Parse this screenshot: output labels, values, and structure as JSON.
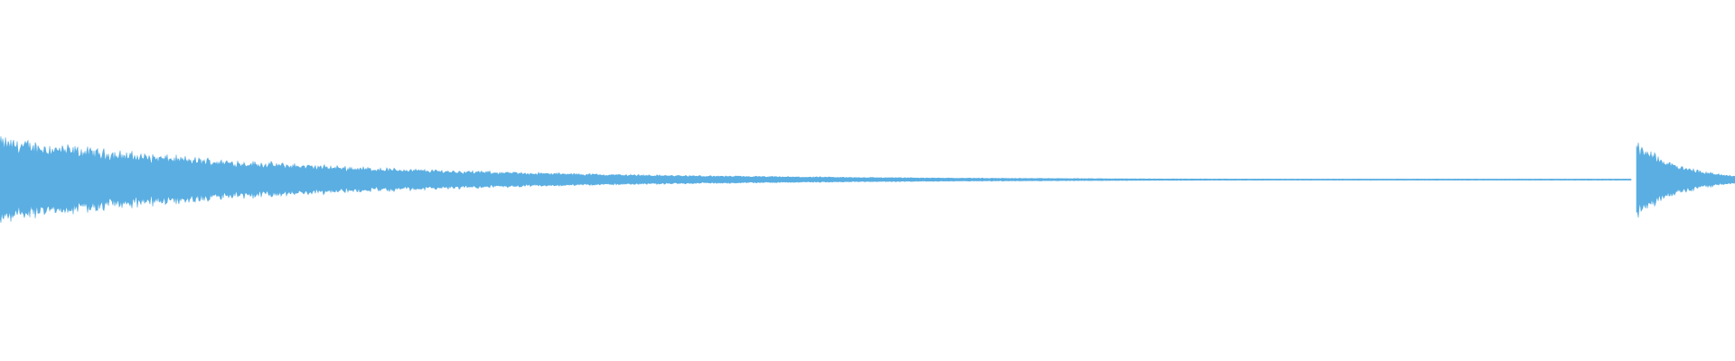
{
  "waveform": {
    "color": "#5aaee2",
    "segments": [
      {
        "start_fraction": 0.0,
        "end_fraction": 0.94,
        "peak_amplitude": 0.66,
        "decay": 5.5
      },
      {
        "start_fraction": 0.943,
        "end_fraction": 1.0,
        "peak_amplitude": 0.58,
        "decay": 2.2
      }
    ]
  }
}
